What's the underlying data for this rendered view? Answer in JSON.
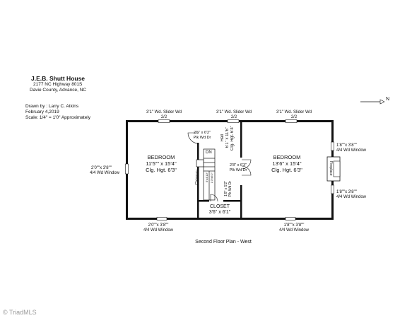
{
  "header": {
    "title": "J.E.B. Shutt House",
    "address1": "2177 NC Highway  801S",
    "address2": "Davie County, Advance, NC",
    "drawn_by": "Drawn by : Larry C. Atkins",
    "date": "February 4,2019",
    "scale": "Scale: 1/4\" = 1'0\" Approximately"
  },
  "north": {
    "label": "N"
  },
  "top_windows": [
    {
      "label": "3'1\" Wd. Slider Wd",
      "sub": "2/2"
    },
    {
      "label": "3'1\" Wd. Slider Wd",
      "sub": "2/2"
    },
    {
      "label": "3'1\" Wd. Slider Wd",
      "sub": "2/2"
    }
  ],
  "bedroom_left": {
    "name": "BEDROOM",
    "size": "11'5\"\" x 15'4\"",
    "ceiling": "Clg. Hgt. 6'3\""
  },
  "bedroom_right": {
    "name": "BEDROOM",
    "size": "13'6\" x 15'4\"",
    "ceiling": "Clg. Hgt. 6'3\""
  },
  "closet": {
    "name": "CLOSET",
    "size": "3'6\" x 6'1\""
  },
  "hall": {
    "label": "Hall",
    "size": "6'1\" x 11'6\"",
    "ceiling": "Clg. Hgt. 6'4\""
  },
  "doors": {
    "top_left": "2'5\" x 6'2\"",
    "top_left_sub": "Plk Wd Dr",
    "right": "2'8\" x 6'3\"",
    "right_sub": "Plk Wd Dr",
    "closet_door": "1'8\" x 5'2\"",
    "closet_door_sub": "Plk Wd Dr"
  },
  "stairs": {
    "dn": "DN"
  },
  "chimney": "Chimney",
  "fireplace": "Fireplace",
  "small_vert_1": "5'x4'10\"",
  "small_vert_2": "1'3\"x5'2\"",
  "left_window": {
    "label": "2'0\"\"x 3'8\"\"",
    "sub": "4/4 Wd Window"
  },
  "right_windows": [
    {
      "label": "1'8\"\"x 3'8\"\"",
      "sub": "4/4 Wd Window"
    },
    {
      "label": "1'8\"\"x 3'8\"\"",
      "sub": "4/4 Wd Window"
    }
  ],
  "bottom_windows": [
    {
      "label": "2'0\"\"x 3'8\"\"",
      "sub": "4/4 Wd Window"
    },
    {
      "label": "1'8\"\"x 3'8\"\"",
      "sub": "4/4 Wd Window"
    }
  ],
  "caption": "Second Floor Plan - West",
  "watermark": "© TriadMLS"
}
